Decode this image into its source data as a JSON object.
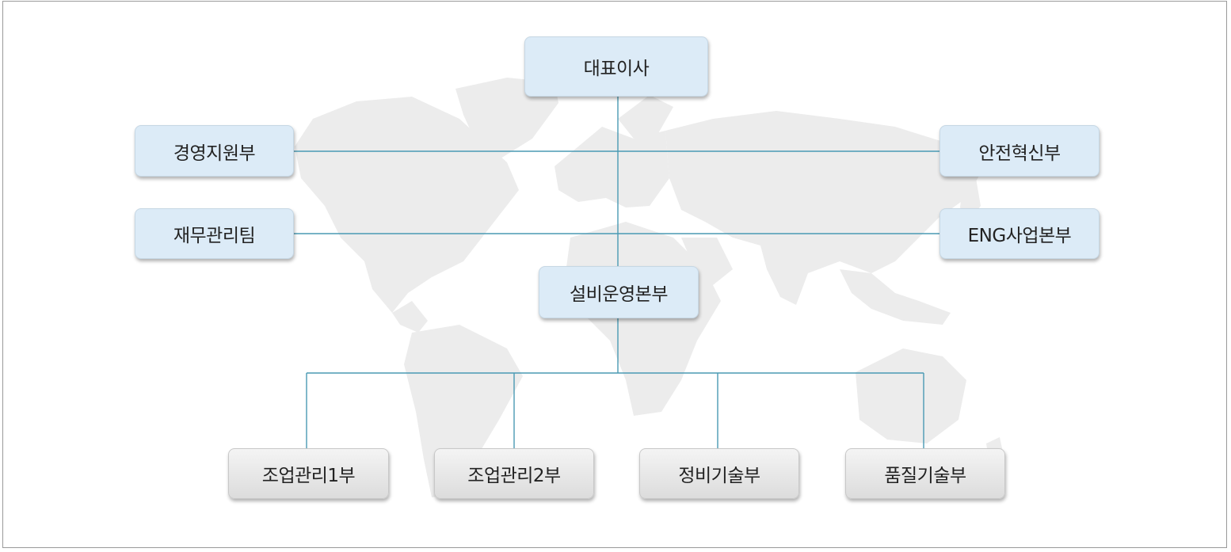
{
  "colors": {
    "connector": "#4a9ab3",
    "node_blue": "#dcebf7",
    "node_gray": "#e2e2e2",
    "map_land": "#ececec"
  },
  "org": {
    "ceo": "대표이사",
    "left_staff": [
      "경영지원부",
      "재무관리팀"
    ],
    "right_staff": [
      "안전혁신부",
      "ENG사업본부"
    ],
    "division": "설비운영본부",
    "departments": [
      "조업관리1부",
      "조업관리2부",
      "정비기술부",
      "품질기술부"
    ]
  }
}
